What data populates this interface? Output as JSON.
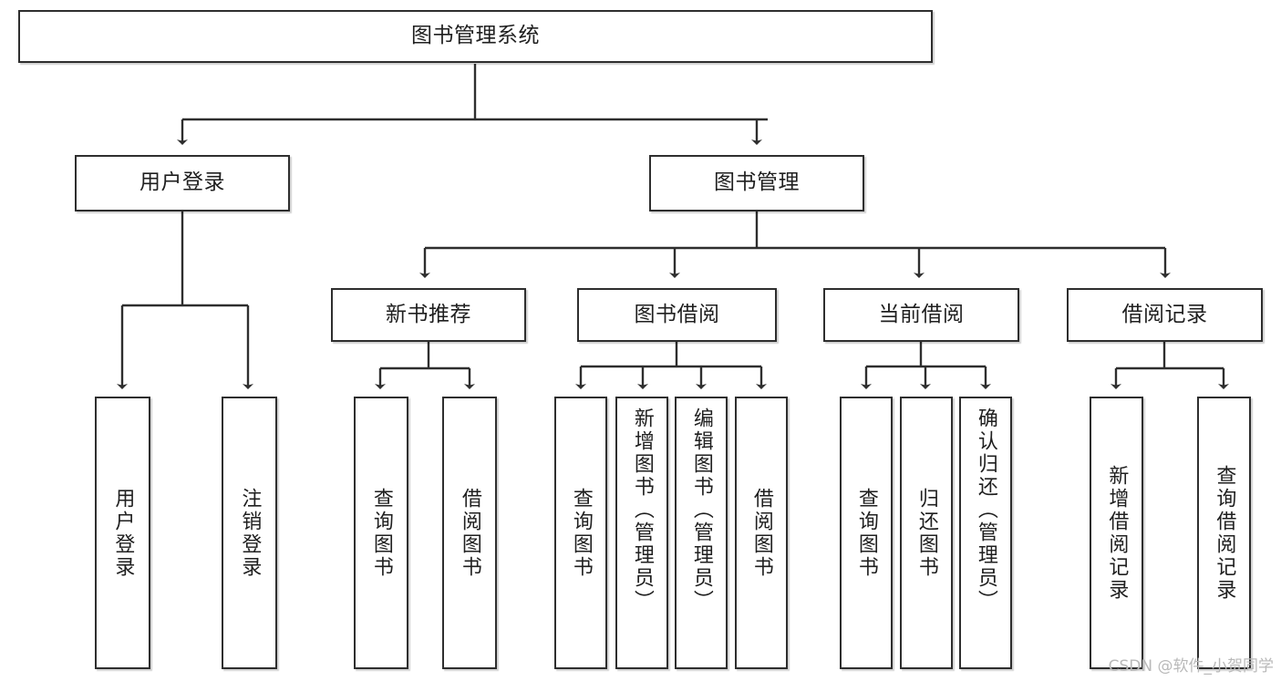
{
  "diagram": {
    "type": "tree",
    "title": "图书管理系统",
    "watermark": "CSDN @软件_小贺同学",
    "styles": {
      "box_border_color": "#2e2e2e",
      "box_fill_color": "#ffffff",
      "edge_color": "#2e2e2e",
      "text_color": "#1f1f1f",
      "background_color": "#ffffff",
      "watermark_color": "#b9b9b9"
    },
    "nodes": {
      "root": {
        "label": "图书管理系统"
      },
      "level2": [
        {
          "id": "user-login",
          "label": "用户登录"
        },
        {
          "id": "book-manage",
          "label": "图书管理"
        }
      ],
      "level3": [
        {
          "id": "new-book-rec",
          "label": "新书推荐"
        },
        {
          "id": "book-borrow",
          "label": "图书借阅"
        },
        {
          "id": "current-borrow",
          "label": "当前借阅"
        },
        {
          "id": "borrow-record",
          "label": "借阅记录"
        }
      ],
      "leaves": {
        "user-login": [
          {
            "id": "leaf-user-login",
            "label": "用户登录"
          },
          {
            "id": "leaf-user-logout",
            "label": "注销登录"
          }
        ],
        "new-book-rec": [
          {
            "id": "leaf-query-book-1",
            "label": "查询图书"
          },
          {
            "id": "leaf-borrow-book-1",
            "label": "借阅图书"
          }
        ],
        "book-borrow": [
          {
            "id": "leaf-query-book-2",
            "label": "查询图书"
          },
          {
            "id": "leaf-add-book",
            "label": "新增图书（管理员）"
          },
          {
            "id": "leaf-edit-book",
            "label": "编辑图书（管理员）"
          },
          {
            "id": "leaf-borrow-book-2",
            "label": "借阅图书"
          }
        ],
        "current-borrow": [
          {
            "id": "leaf-query-book-3",
            "label": "查询图书"
          },
          {
            "id": "leaf-return-book",
            "label": "归还图书"
          },
          {
            "id": "leaf-confirm-return",
            "label": "确认归还（管理员）"
          }
        ],
        "borrow-record": [
          {
            "id": "leaf-add-record",
            "label": "新增借阅记录"
          },
          {
            "id": "leaf-query-record",
            "label": "查询借阅记录"
          }
        ]
      }
    }
  }
}
